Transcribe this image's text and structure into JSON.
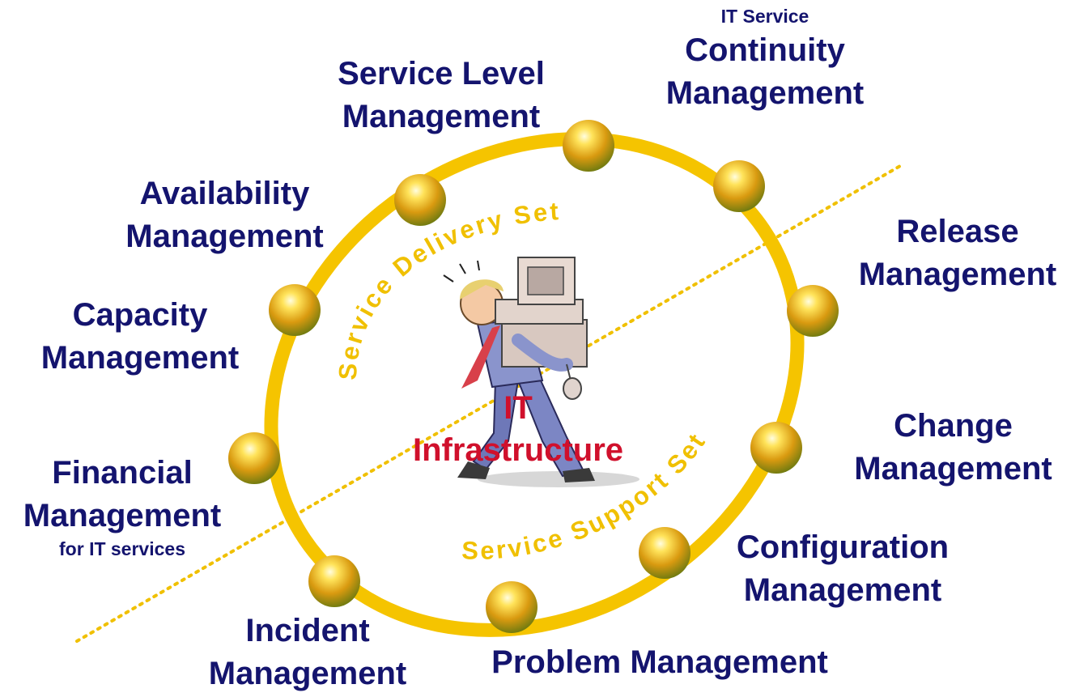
{
  "colors": {
    "ring": "#f5c400",
    "label": "#14146e",
    "center_text": "#d0102c",
    "set_text": "#f0c000",
    "divider": "#f0c000"
  },
  "sets": {
    "delivery": "Service Delivery Set",
    "support": "Service Support Set"
  },
  "center": {
    "line1": "IT",
    "line2": "Infrastructure"
  },
  "processes": {
    "service_level": {
      "line1": "Service Level",
      "line2": "Management"
    },
    "continuity": {
      "prefix": "IT Service",
      "line1": "Continuity",
      "line2": "Management"
    },
    "release": {
      "line1": "Release",
      "line2": "Management"
    },
    "change": {
      "line1": "Change",
      "line2": "Management"
    },
    "configuration": {
      "line1": "Configuration",
      "line2": "Management"
    },
    "problem": {
      "line1": "Problem Management"
    },
    "incident": {
      "line1": "Incident",
      "line2": "Management"
    },
    "financial": {
      "line1": "Financial",
      "line2": "Management",
      "suffix": "for IT services"
    },
    "capacity": {
      "line1": "Capacity",
      "line2": "Management"
    },
    "availability": {
      "line1": "Availability",
      "line2": "Management"
    }
  },
  "icons": {
    "node": "gold-sphere-icon",
    "illustration": "person-carrying-computer-icon"
  }
}
